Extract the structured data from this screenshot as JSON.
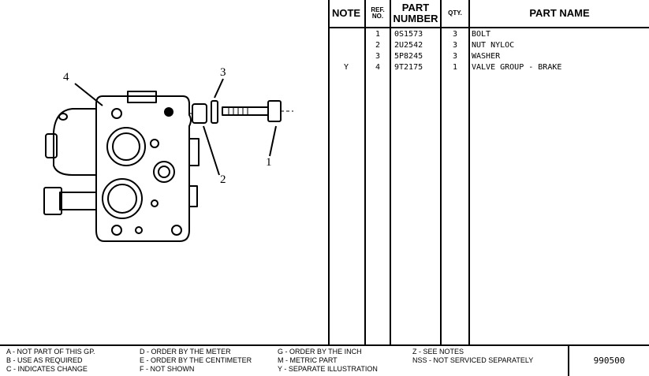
{
  "illustration": {
    "callouts": [
      "1",
      "2",
      "3",
      "4"
    ]
  },
  "table": {
    "headers": {
      "note": "NOTE",
      "ref_line1": "REF.",
      "ref_line2": "NO.",
      "part_line1": "PART",
      "part_line2": "NUMBER",
      "qty": "QTY.",
      "name": "PART NAME"
    },
    "rows": [
      {
        "note": "",
        "ref": "1",
        "part": "0S1573",
        "qty": "3",
        "name": "BOLT"
      },
      {
        "note": "",
        "ref": "2",
        "part": "2U2542",
        "qty": "3",
        "name": "NUT NYLOC"
      },
      {
        "note": "",
        "ref": "3",
        "part": "5P8245",
        "qty": "3",
        "name": "WASHER"
      },
      {
        "note": "Y",
        "ref": "4",
        "part": "9T2175",
        "qty": "1",
        "name": "VALVE GROUP - BRAKE"
      }
    ]
  },
  "legend": {
    "items": [
      "A - NOT PART OF THIS GP.",
      "B - USE AS REQUIRED",
      "C - INDICATES CHANGE",
      "D - ORDER BY THE METER",
      "E - ORDER BY THE CENTIMETER",
      "F - NOT SHOWN",
      "G - ORDER BY THE INCH",
      "M - METRIC PART",
      "Y - SEPARATE ILLUSTRATION",
      "Z - SEE NOTES",
      "NSS - NOT SERVICED SEPARATELY"
    ],
    "page_number": "990500"
  }
}
